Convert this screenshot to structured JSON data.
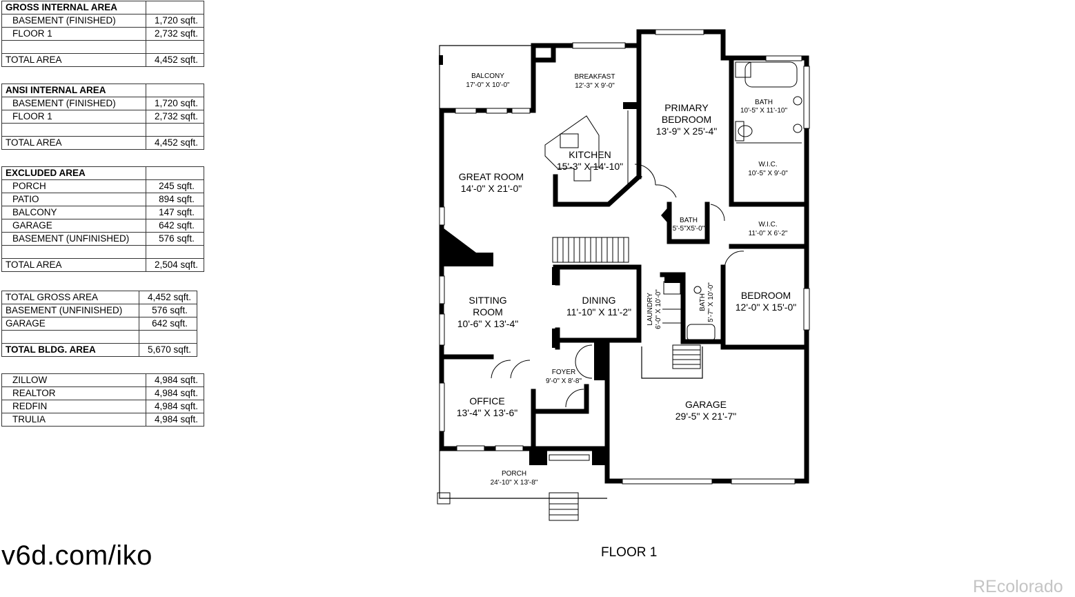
{
  "tables": [
    {
      "rows": [
        {
          "label": "GROSS INTERNAL AREA",
          "value": ""
        },
        {
          "label": "BASEMENT (FINISHED)",
          "value": "1,720 sqft."
        },
        {
          "label": "FLOOR 1",
          "value": "2,732 sqft."
        },
        {
          "label": "",
          "value": ""
        },
        {
          "label": "TOTAL AREA",
          "value": "4,452 sqft."
        }
      ]
    },
    {
      "rows": [
        {
          "label": "ANSI INTERNAL AREA",
          "value": ""
        },
        {
          "label": "BASEMENT (FINISHED)",
          "value": "1,720 sqft."
        },
        {
          "label": "FLOOR 1",
          "value": "2,732 sqft."
        },
        {
          "label": "",
          "value": ""
        },
        {
          "label": "TOTAL AREA",
          "value": "4,452 sqft."
        }
      ]
    },
    {
      "rows": [
        {
          "label": "EXCLUDED AREA",
          "value": ""
        },
        {
          "label": "PORCH",
          "value": "245 sqft."
        },
        {
          "label": "PATIO",
          "value": "894 sqft."
        },
        {
          "label": "BALCONY",
          "value": "147 sqft."
        },
        {
          "label": "GARAGE",
          "value": "642 sqft."
        },
        {
          "label": "BASEMENT (UNFINISHED)",
          "value": "576 sqft."
        },
        {
          "label": "",
          "value": ""
        },
        {
          "label": "TOTAL AREA",
          "value": "2,504 sqft."
        }
      ]
    },
    {
      "rows": [
        {
          "label": "TOTAL GROSS AREA",
          "value": "4,452 sqft."
        },
        {
          "label": "BASEMENT (UNFINISHED)",
          "value": "576 sqft."
        },
        {
          "label": "GARAGE",
          "value": "642 sqft."
        },
        {
          "label": "",
          "value": ""
        },
        {
          "label": "TOTAL BLDG. AREA",
          "value": "5,670 sqft."
        }
      ]
    },
    {
      "rows": [
        {
          "label": "ZILLOW",
          "value": "4,984 sqft."
        },
        {
          "label": "REALTOR",
          "value": "4,984 sqft."
        },
        {
          "label": "REDFIN",
          "value": "4,984 sqft."
        },
        {
          "label": "TRULIA",
          "value": "4,984 sqft."
        }
      ]
    }
  ],
  "rooms": {
    "balcony": {
      "name": "BALCONY",
      "dim": "17'-0\" X 10'-0\""
    },
    "breakfast": {
      "name": "BREAKFAST",
      "dim": "12'-3\" X 9'-0\""
    },
    "primary_bedroom": {
      "name1": "PRIMARY",
      "name2": "BEDROOM",
      "dim": "13'-9\" X 25'-4\""
    },
    "primary_bath": {
      "name": "BATH",
      "dim": "10'-5\" X 11'-10\""
    },
    "kitchen": {
      "name": "KITCHEN",
      "dim": "15'-3\" X 14'-10\""
    },
    "wic1": {
      "name": "W.I.C.",
      "dim": "10'-5\" X 9'-0\""
    },
    "great_room": {
      "name": "GREAT ROOM",
      "dim": "14'-0\" X 21'-0\""
    },
    "half_bath": {
      "name": "BATH",
      "dim": "5'-5\"X5'-0\""
    },
    "wic2": {
      "name": "W.I.C.",
      "dim": "11'-0\" X 6'-2\""
    },
    "sitting_room": {
      "name1": "SITTING",
      "name2": "ROOM",
      "dim": "10'-6\" X 13'-4\""
    },
    "dining": {
      "name": "DINING",
      "dim": "11'-10\" X 11'-2\""
    },
    "laundry": {
      "name": "LAUNDRY",
      "dim": "6'-0\" X 10'-0\""
    },
    "bath2": {
      "name": "BATH",
      "dim": "5'-7\" X 10'-0\""
    },
    "bedroom": {
      "name": "BEDROOM",
      "dim": "12'-0\" X 15'-0\""
    },
    "foyer": {
      "name": "FOYER",
      "dim": "9'-0\" X 8'-8\""
    },
    "office": {
      "name": "OFFICE",
      "dim": "13'-4\" X 13'-6\""
    },
    "garage": {
      "name": "GARAGE",
      "dim": "29'-5\" X 21'-7\""
    },
    "porch": {
      "name": "PORCH",
      "dim": "24'-10\" X 13'-8\""
    }
  },
  "footer": {
    "url": "v6d.com/iko",
    "floor_label": "FLOOR 1",
    "watermark": "REcolorado"
  }
}
